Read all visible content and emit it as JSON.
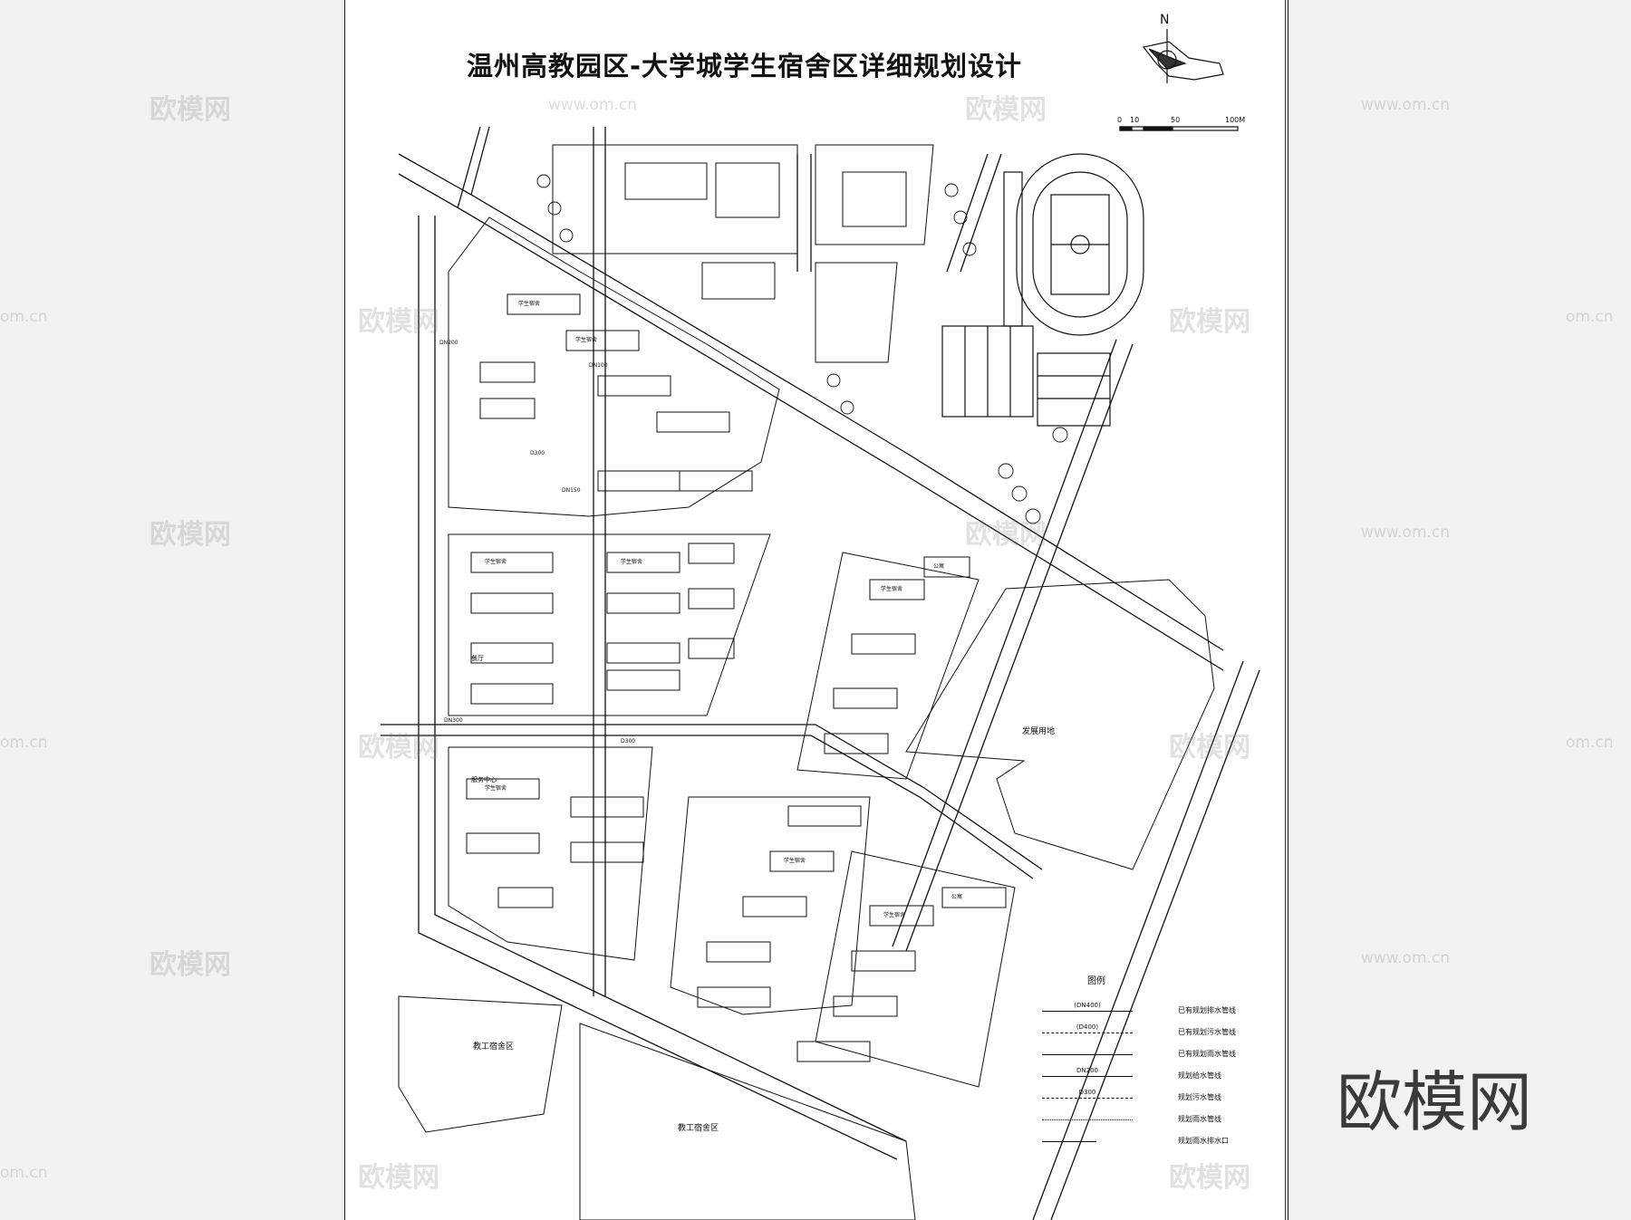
{
  "title": "温州高教园区-大学城学生宿舍区详细规划设计",
  "north_label": "N",
  "scale_bar": {
    "ticks": [
      "0",
      "10",
      "50",
      "100M"
    ]
  },
  "area_labels": {
    "dev_land": "发展用地",
    "staff_dorm_1": "教工宿舍区",
    "staff_dorm_2": "教工宿舍区",
    "service_center": "服务中心",
    "canteen": "餐厅"
  },
  "building_label": "学生宿舍",
  "apartment_label": "公寓",
  "pipe_labels": [
    "DN100",
    "DN150",
    "DN200",
    "D300",
    "D300",
    "DN300"
  ],
  "legend": {
    "title": "图例",
    "items": [
      {
        "code": "(DN400)",
        "style": "solid",
        "text": "已有规划排水管线"
      },
      {
        "code": "(D400)",
        "style": "dash",
        "text": "已有规划污水管线"
      },
      {
        "code": "",
        "style": "solid",
        "text": "已有规划雨水管线"
      },
      {
        "code": "DN200",
        "style": "solid",
        "text": "规划给水管线"
      },
      {
        "code": "D300",
        "style": "dash",
        "text": "规划污水管线"
      },
      {
        "code": "",
        "style": "dashdot",
        "text": "规划雨水管线"
      },
      {
        "code": "",
        "style": "outlet",
        "text": "规划雨水排水口"
      }
    ]
  },
  "watermark_brand": "欧模网",
  "watermark_url": "www.om.cn",
  "watermark_url_short": "om.cn",
  "brand_logo": "欧模网"
}
